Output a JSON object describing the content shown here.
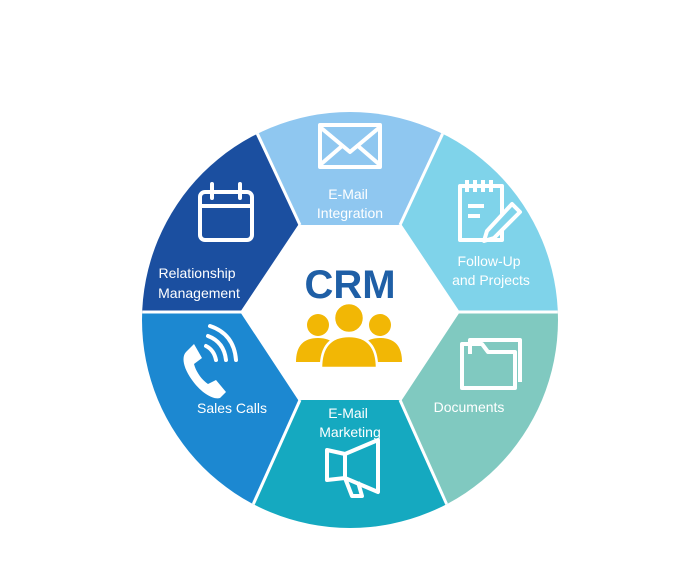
{
  "center": {
    "title": "CRM",
    "icon": "people-group-icon",
    "icon_color": "#f2b705",
    "title_color": "#1f5fa6"
  },
  "segments": [
    {
      "key": "email-integration",
      "lines": [
        "E-Mail",
        "Integration"
      ],
      "icon": "envelope-icon",
      "color": "#8fc7f0"
    },
    {
      "key": "follow-up",
      "lines": [
        "Follow-Up",
        "and Projects"
      ],
      "icon": "notepad-pencil-icon",
      "color": "#7fd3ea"
    },
    {
      "key": "documents",
      "lines": [
        "Documents"
      ],
      "icon": "folder-icon",
      "color": "#80c9c0"
    },
    {
      "key": "email-marketing",
      "lines": [
        "E-Mail",
        "Marketing"
      ],
      "icon": "megaphone-icon",
      "color": "#15a9c0"
    },
    {
      "key": "sales-calls",
      "lines": [
        "Sales Calls"
      ],
      "icon": "phone-icon",
      "color": "#1c88d1"
    },
    {
      "key": "relationship",
      "lines": [
        "Relationship",
        "Management"
      ],
      "icon": "calendar-icon",
      "color": "#1b4fa0"
    }
  ]
}
